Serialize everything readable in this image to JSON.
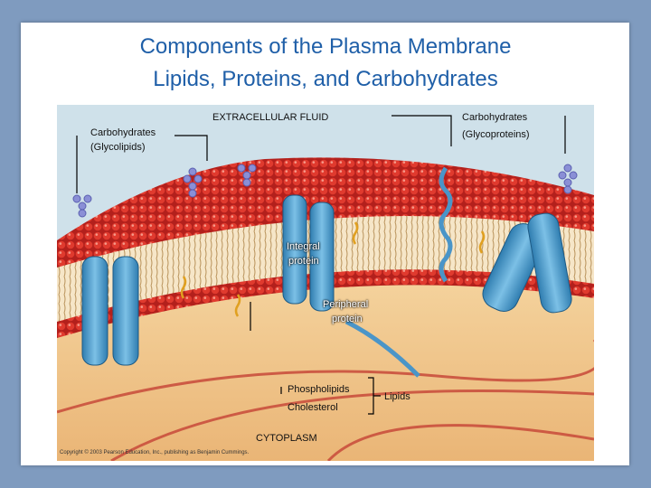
{
  "title_line1": "Components of the Plasma Membrane",
  "title_line2": "Lipids, Proteins, and Carbohydrates",
  "labels": {
    "extracellular": "EXTRACELLULAR FLUID",
    "carb_glycolipids_1": "Carbohydrates",
    "carb_glycolipids_2": "(Glycolipids)",
    "carb_glycoproteins_1": "Carbohydrates",
    "carb_glycoproteins_2": "(Glycoproteins)",
    "integral_1": "Integral",
    "integral_2": "protein",
    "peripheral_1": "Peripheral",
    "peripheral_2": "protein",
    "phospholipids": "Phospholipids",
    "cholesterol": "Cholesterol",
    "lipids": "Lipids",
    "cytoplasm": "CYTOPLASM"
  },
  "copyright": "Copyright © 2003 Pearson Education, Inc., publishing as Benjamin Cummings.",
  "colors": {
    "title": "#1f5fa8",
    "background": "#7f9bbf",
    "cytoplasm": "#f1c98f",
    "lipid_head": "#d8322a",
    "protein": "#5aa3cf",
    "glycan": "#8a8fd6",
    "filament": "#c84a3a"
  }
}
